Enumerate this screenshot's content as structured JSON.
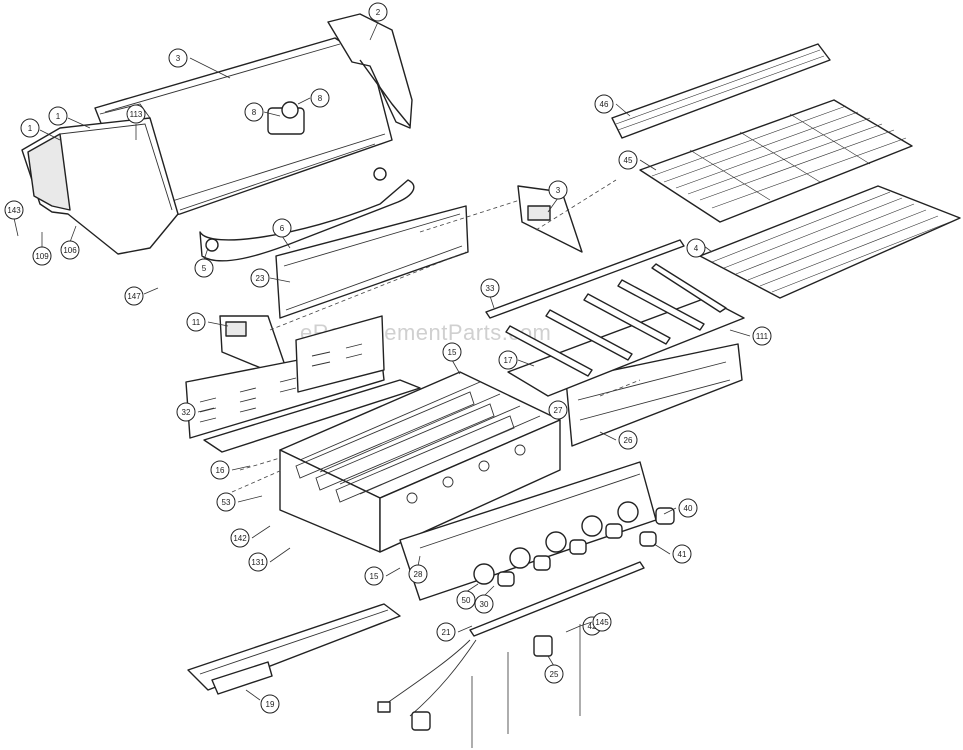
{
  "watermark": "eReplacementParts.com",
  "callouts": [
    {
      "label": "3"
    },
    {
      "label": "2"
    },
    {
      "label": "113"
    },
    {
      "label": "1"
    },
    {
      "label": "1"
    },
    {
      "label": "8"
    },
    {
      "label": "8"
    },
    {
      "label": "143"
    },
    {
      "label": "109"
    },
    {
      "label": "106"
    },
    {
      "label": "6"
    },
    {
      "label": "5"
    },
    {
      "label": "23"
    },
    {
      "label": "147"
    },
    {
      "label": "46"
    },
    {
      "label": "45"
    },
    {
      "label": "4"
    },
    {
      "label": "3"
    },
    {
      "label": "33"
    },
    {
      "label": "17"
    },
    {
      "label": "15"
    },
    {
      "label": "11"
    },
    {
      "label": "16"
    },
    {
      "label": "32"
    },
    {
      "label": "111"
    },
    {
      "label": "27"
    },
    {
      "label": "26"
    },
    {
      "label": "53"
    },
    {
      "label": "142"
    },
    {
      "label": "131"
    },
    {
      "label": "15"
    },
    {
      "label": "28"
    },
    {
      "label": "50"
    },
    {
      "label": "30"
    },
    {
      "label": "40"
    },
    {
      "label": "41"
    },
    {
      "label": "42"
    },
    {
      "label": "21"
    },
    {
      "label": "25"
    },
    {
      "label": "145"
    },
    {
      "label": "19"
    }
  ]
}
